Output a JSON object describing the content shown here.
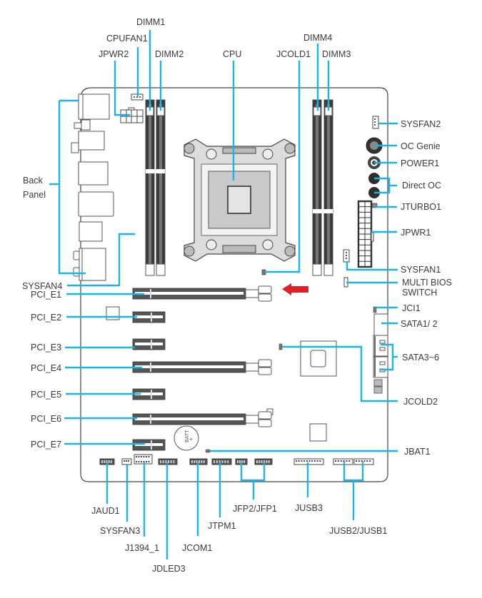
{
  "title": "Motherboard Layout",
  "accent_color": "#19b4ea",
  "arrow_color": "#e21f26",
  "labels": {
    "dimm1": "DIMM1",
    "cpufan1": "CPUFAN1",
    "jpwr2": "JPWR2",
    "dimm2": "DIMM2",
    "cpu": "CPU",
    "jcold1": "JCOLD1",
    "dimm4": "DIMM4",
    "dimm3": "DIMM3",
    "sysfan2": "SYSFAN2",
    "oc_genie": "OC Genie",
    "power1": "POWER1",
    "direct_oc": "Direct OC",
    "jturbo1": "JTURBO1",
    "jpwr1": "JPWR1",
    "sysfan1": "SYSFAN1",
    "multi_bios_1": "MULTI BIOS",
    "multi_bios_2": "SWITCH",
    "jci1": "JCI1",
    "sata12": "SATA1/ 2",
    "sata36": "SATA3~6",
    "jcold2": "JCOLD2",
    "jbat1": "JBAT1",
    "back_panel_1": "Back",
    "back_panel_2": "Panel",
    "sysfan4": "SYSFAN4",
    "pci_e1": "PCI_E1",
    "pci_e2": "PCI_E2",
    "pci_e3": "PCI_E3",
    "pci_e4": "PCI_E4",
    "pci_e5": "PCI_E5",
    "pci_e6": "PCI_E6",
    "pci_e7": "PCI_E7",
    "jaud1": "JAUD1",
    "sysfan3": "SYSFAN3",
    "j1394_1": "J1394_1",
    "jdled3": "JDLED3",
    "jcom1": "JCOM1",
    "jtpm1": "JTPM1",
    "jfp": "JFP2/JFP1",
    "jusb3": "JUSB3",
    "jusb21": "JUSB2/JUSB1",
    "batt": "BATT",
    "batt_plus": "+"
  }
}
